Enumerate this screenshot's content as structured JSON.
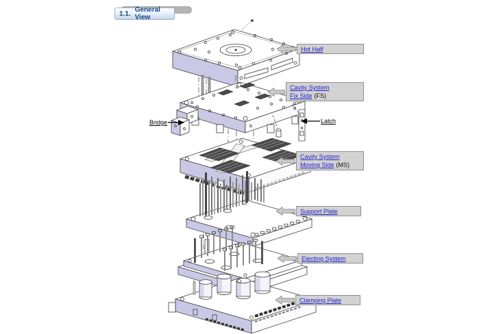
{
  "header": {
    "number": "1.1.",
    "title": "General View"
  },
  "callouts": {
    "hot_half": {
      "label": "Hot Half"
    },
    "cavity_fix": {
      "line1": "Cavity System",
      "line2": "Fix Side",
      "suffix": "(FS)"
    },
    "bridge": {
      "label": "Bridge"
    },
    "latch": {
      "label": "Latch"
    },
    "cavity_moving": {
      "line1": "Cavity System",
      "line2": "Moving Side",
      "suffix": "(MS)"
    },
    "support_plate": {
      "label": "Support Plate"
    },
    "ejecting_system": {
      "label": "Ejecting System"
    },
    "clamping_plate": {
      "label": "Clamping Plate"
    }
  },
  "colors": {
    "link_blue": "#2121cc",
    "label_bg": "#d2d2d2",
    "label_border": "#8f8f8f",
    "header_text": "#1c4587",
    "header_gradient_end": "#c3d6ea",
    "face_shade": "#c9c9e6",
    "line": "#3c3c3c",
    "arrow_fill": "#c9c9c9"
  }
}
